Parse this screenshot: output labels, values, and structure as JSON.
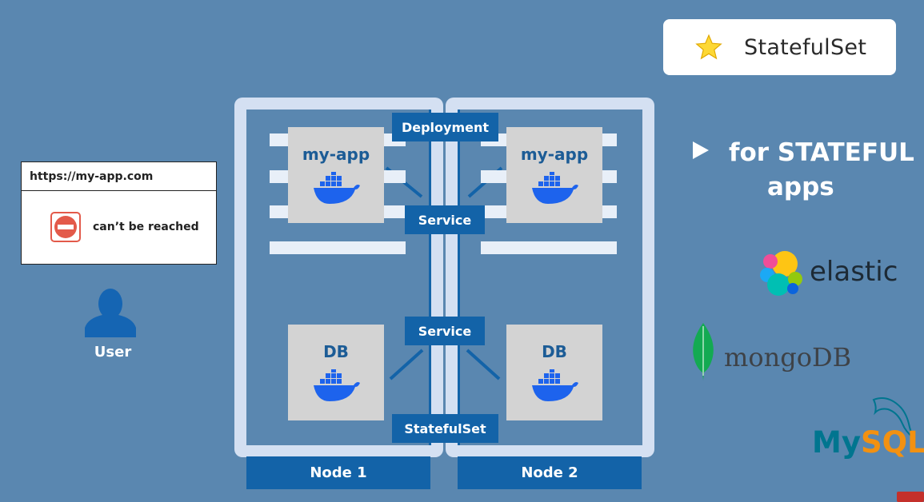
{
  "title_card": {
    "icon": "star-icon",
    "text": "StatefulSet"
  },
  "browser": {
    "url": "https://my-app.com",
    "error_icon": "no-entry-icon",
    "error_text": "can’t be reached"
  },
  "user": {
    "icon": "user-icon",
    "label": "User"
  },
  "diagram": {
    "deployment_label": "Deployment",
    "service_top_label": "Service",
    "service_bottom_label": "Service",
    "statefulset_label": "StatefulSet",
    "node1_label": "Node 1",
    "node2_label": "Node 2",
    "node1_app": "my-app",
    "node2_app": "my-app",
    "node1_db": "DB",
    "node2_db": "DB"
  },
  "right_panel": {
    "line1": "for STATEFUL",
    "line2": "apps",
    "elastic": "elastic",
    "mongo": "mongoDB",
    "mysql_my": "My",
    "mysql_sql": "SQL"
  },
  "colors": {
    "background": "#5a87b0",
    "node_frame": "#d4e0f2",
    "label_blue": "#1363a8",
    "container_gray": "#d3d3d3",
    "docker_blue": "#1d63ed"
  }
}
